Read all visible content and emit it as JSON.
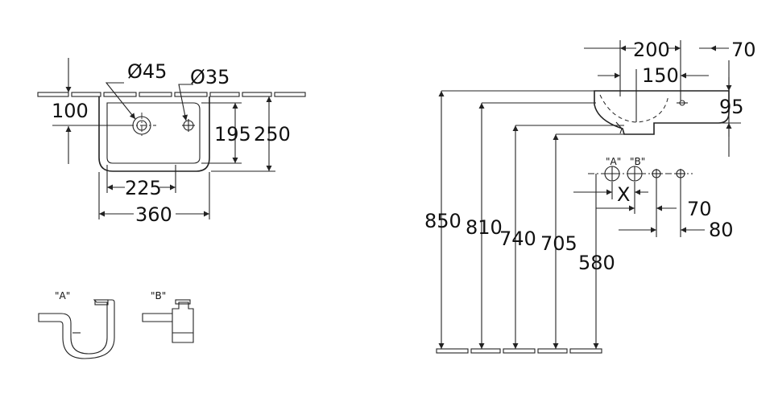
{
  "top_view": {
    "dia_tap": "Ø45",
    "dia_overflow": "Ø35",
    "dim_100": "100",
    "dim_195": "195",
    "dim_250": "250",
    "dim_225": "225",
    "dim_360": "360"
  },
  "traps": {
    "a_label": "\"A\"",
    "b_label": "\"B\""
  },
  "side_view": {
    "dim_200": "200",
    "dim_70_top": "70",
    "dim_150": "150",
    "dim_95": "95",
    "dim_850": "850",
    "dim_810": "810",
    "dim_740": "740",
    "dim_705": "705",
    "dim_580": "580",
    "dim_x": "X",
    "dim_70_mid": "70",
    "dim_80": "80",
    "a_label": "\"A\"",
    "b_label": "\"B\""
  },
  "colors": {
    "line": "#222222",
    "background": "#ffffff"
  }
}
